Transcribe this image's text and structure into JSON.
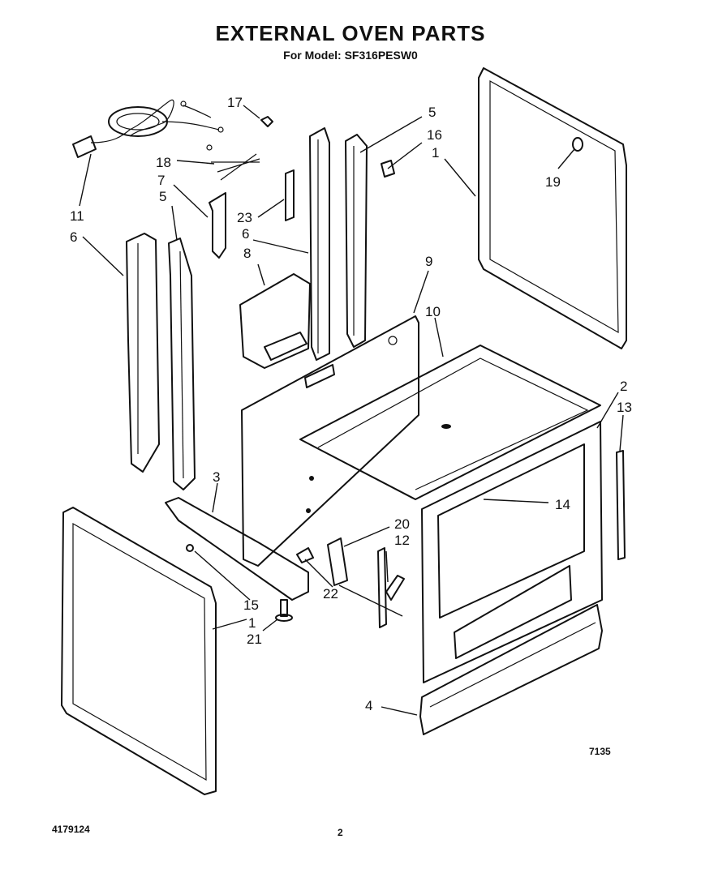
{
  "header": {
    "title": "EXTERNAL OVEN PARTS",
    "subtitle": "For Model: SF316PESW0"
  },
  "footer": {
    "doc_number": "4179124",
    "page_number": "2",
    "figure_code": "7135"
  },
  "callouts": [
    "17",
    "5",
    "16",
    "1",
    "19",
    "18",
    "7",
    "23",
    "5",
    "6",
    "11",
    "6",
    "8",
    "9",
    "10",
    "2",
    "13",
    "3",
    "14",
    "20",
    "12",
    "22",
    "15",
    "1",
    "21",
    "4"
  ]
}
